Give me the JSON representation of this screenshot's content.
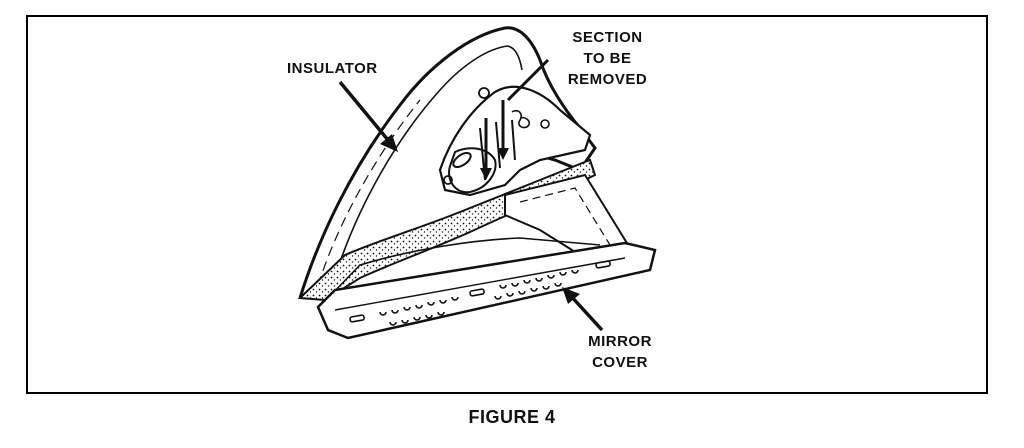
{
  "labels": {
    "insulator": "INSULATOR",
    "section_line1": "SECTION",
    "section_line2": "TO BE",
    "section_line3": "REMOVED",
    "mirror_line1": "MIRROR",
    "mirror_line2": "COVER"
  },
  "caption": "FIGURE 4",
  "colors": {
    "ink": "#111111",
    "paper": "#ffffff"
  }
}
